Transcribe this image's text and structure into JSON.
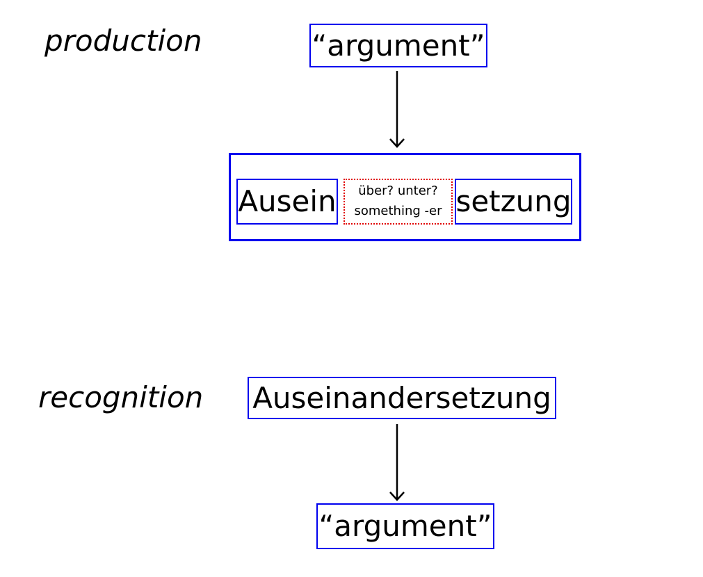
{
  "production": {
    "label": "production",
    "source_word": "“argument”",
    "parts": {
      "prefix": "Ausein",
      "middle_line1": "über? unter?",
      "middle_line2": "something -er",
      "suffix": "setzung"
    }
  },
  "recognition": {
    "label": "recognition",
    "source_word": "Auseinandersetzung",
    "target_word": "“argument”"
  },
  "colors": {
    "box_border": "#0000ee",
    "uncertain_border": "#e00000"
  }
}
